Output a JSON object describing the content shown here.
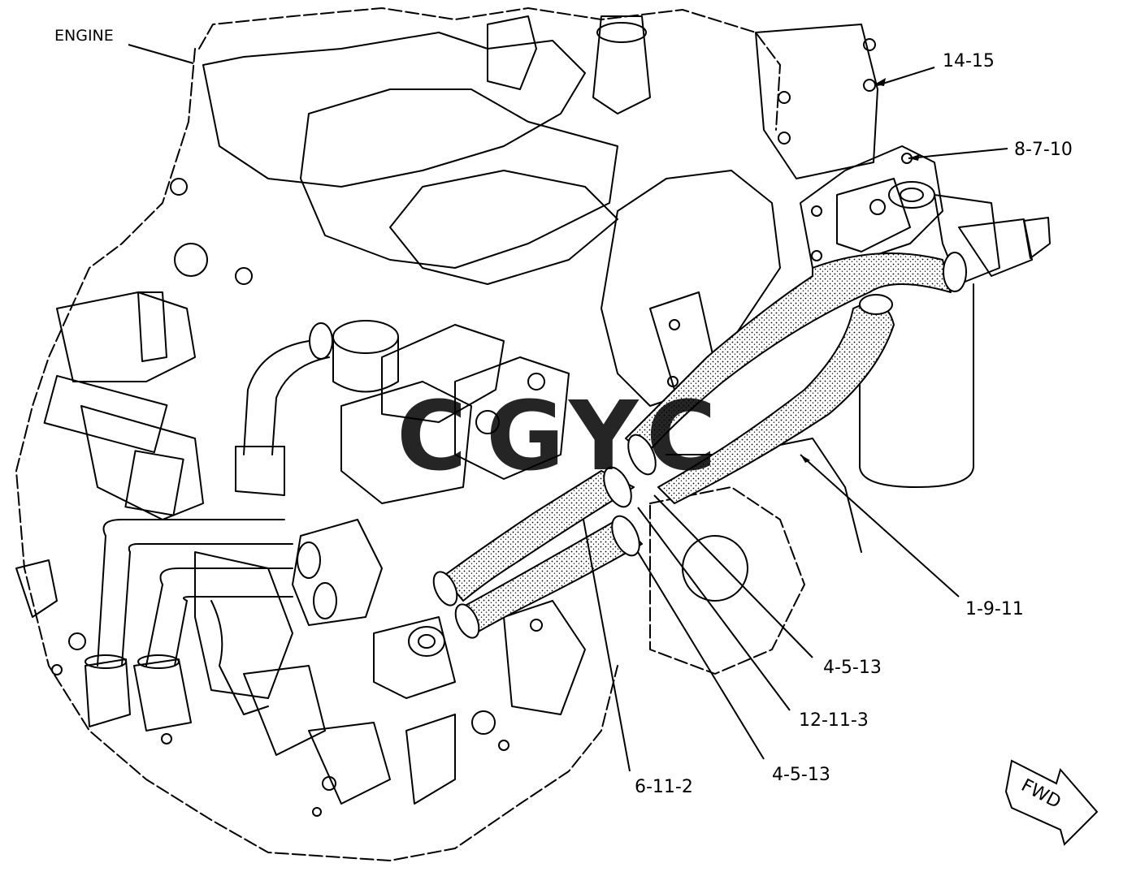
{
  "labels": {
    "engine": "ENGINE",
    "l_14_15": "14-15",
    "l_8_7_10": "8-7-10",
    "l_1_9_11": "1-9-11",
    "l_4_5_13_a": "4-5-13",
    "l_12_11_3": "12-11-3",
    "l_4_5_13_b": "4-5-13",
    "l_6_11_2": "6-11-2"
  },
  "direction_arrow": {
    "label": "FWD"
  },
  "watermark": {
    "letters": [
      "C",
      "G",
      "Y",
      "C"
    ],
    "colors": [
      "#4f8ef0",
      "#ea6661",
      "#f4d256",
      "#4caf7a"
    ]
  }
}
